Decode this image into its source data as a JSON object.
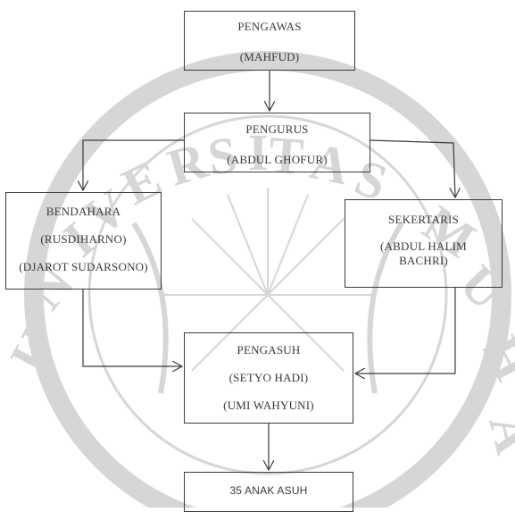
{
  "diagram": {
    "nodes": {
      "pengawas": {
        "title": "PENGAWAS",
        "name": "(MAHFUD)"
      },
      "pengurus": {
        "title": "PENGURUS",
        "name": "(ABDUL GHOFUR)"
      },
      "bendahara": {
        "title": "BENDAHARA",
        "name1": "(RUSDIHARNO)",
        "name2": "(DJAROT SUDARSONO)"
      },
      "sekertaris": {
        "title": "SEKERTARIS",
        "name_line1": "(ABDUL HALIM",
        "name_line2": "BACHRI)"
      },
      "pengasuh": {
        "title": "PENGASUH",
        "name1": "(SETYO HADI)",
        "name2": "(UMI WAHYUNI)"
      },
      "anak_asuh": {
        "title": "35 ANAK ASUH"
      }
    },
    "edges": [
      {
        "from": "pengawas",
        "to": "pengurus"
      },
      {
        "from": "pengurus",
        "to": "bendahara"
      },
      {
        "from": "pengurus",
        "to": "sekertaris"
      },
      {
        "from": "bendahara",
        "to": "pengasuh"
      },
      {
        "from": "sekertaris",
        "to": "pengasuh"
      },
      {
        "from": "pengasuh",
        "to": "anak_asuh"
      }
    ]
  },
  "watermark": {
    "text": "UNIVERSITAS MUHAMMADIYAH",
    "color": "#d6d6d6"
  }
}
